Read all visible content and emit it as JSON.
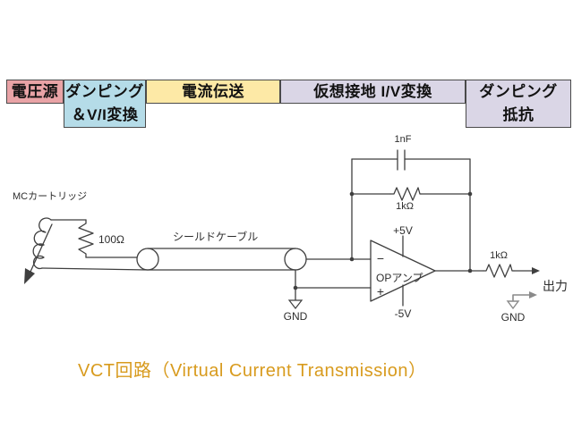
{
  "header": {
    "blocks": [
      {
        "label": "電圧源",
        "bg": "#e9a3a6"
      },
      {
        "label": "ダンピング\n＆V/I変換",
        "bg": "#b5dce8"
      },
      {
        "label": "電流伝送",
        "bg": "#fde9a6"
      },
      {
        "label": "仮想接地 I/V変換",
        "bg": "#dad6e6"
      },
      {
        "label": "ダンピング\n抵抗",
        "bg": "#dad6e6"
      }
    ]
  },
  "circuit": {
    "cartridge_label": "MCカートリッジ",
    "cartridge_resistance": "100Ω",
    "cable_label": "シールドケーブル",
    "feedback_capacitor": "1nF",
    "feedback_resistor": "1kΩ",
    "supply_positive": "+5V",
    "supply_negative": "-5V",
    "opamp_label": "OPアンプ",
    "inverting_input": "−",
    "noninverting_input": "+",
    "cable_ground": "GND",
    "output_resistor": "1kΩ",
    "output_label": "出力",
    "output_ground": "GND"
  },
  "title": "VCT回路（Virtual Current Transmission）",
  "colors": {
    "title_text": "#d89b1e",
    "line": "#3f3f3f",
    "block_voltage_source": "#e9a3a6",
    "block_damping_vi": "#b5dce8",
    "block_current_transmission": "#fde9a6",
    "block_virtual_ground": "#dad6e6",
    "block_damping_resistor": "#dad6e6"
  }
}
